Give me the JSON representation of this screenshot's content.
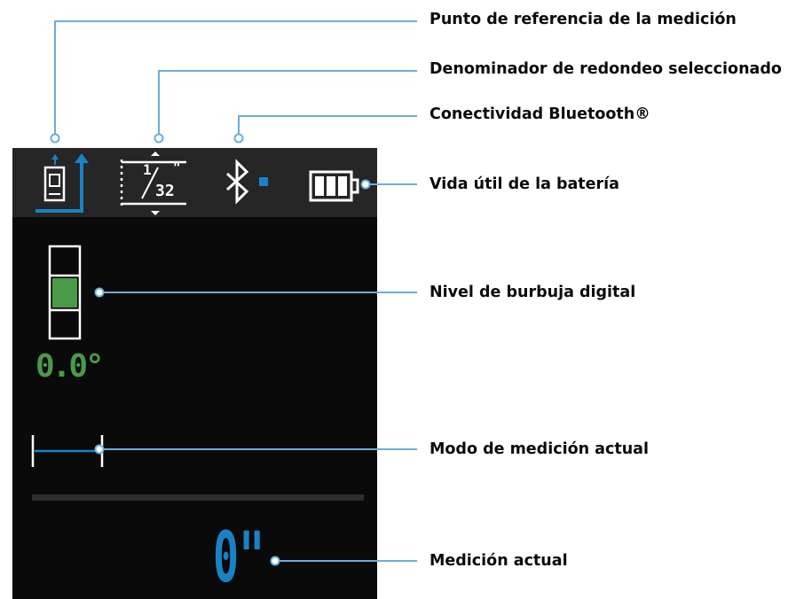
{
  "callouts": {
    "reference_point": "Punto de referencia de la medición",
    "rounding": "Denominador de redondeo seleccionado",
    "bluetooth": "Conectividad Bluetooth®",
    "battery": "Vida útil de la batería",
    "bubble_level": "Nivel de burbuja digital",
    "mode": "Modo de medición actual",
    "measurement": "Medición actual"
  },
  "screen": {
    "rounding_numerator": "1",
    "rounding_denominator": "32",
    "rounding_unit": "\"",
    "angle": "0.0°",
    "measurement": "0\"",
    "battery_bars_filled": 3,
    "battery_bars_total": 3
  },
  "colors": {
    "screen_bg": "#0a0a0a",
    "status_bar_bg": "#262626",
    "accent_blue": "#1a82c4",
    "level_green": "#4a9a47",
    "callout_line": "#6aaedc",
    "label_text": "#0b0b0b"
  },
  "icons": [
    "reference-point-icon",
    "rounding-denominator-icon",
    "bluetooth-icon",
    "battery-icon",
    "bubble-level-icon",
    "measurement-mode-icon"
  ]
}
